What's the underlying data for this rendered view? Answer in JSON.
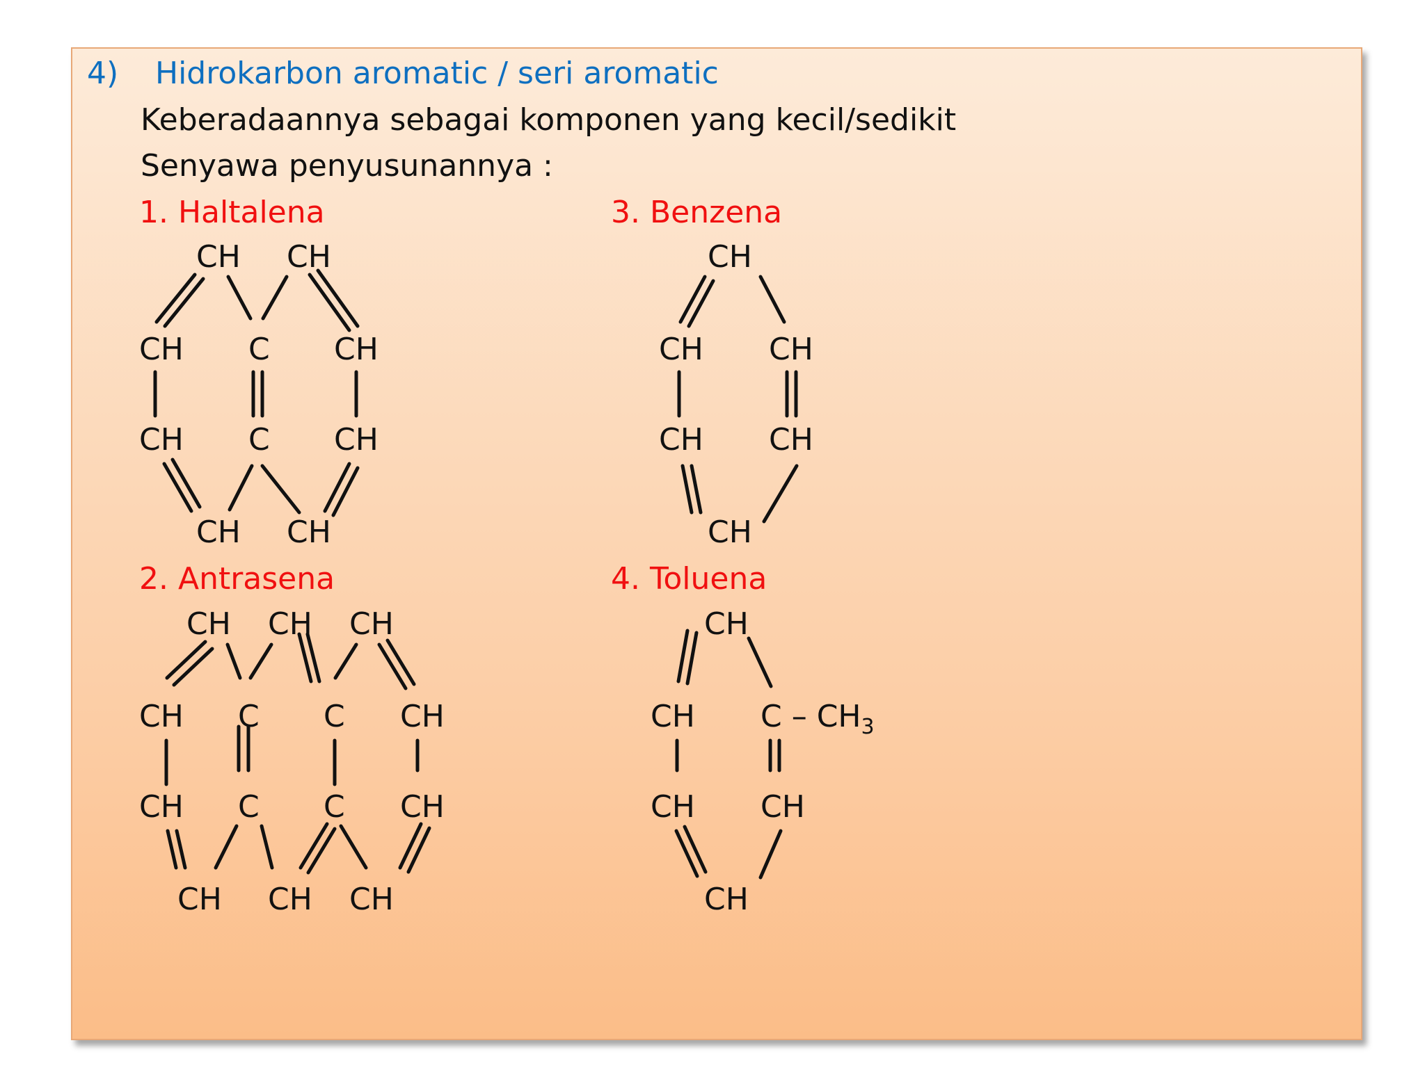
{
  "heading": {
    "number": "4)",
    "title": "Hidrokarbon aromatic / seri aromatic"
  },
  "lines": {
    "line1": "Keberadaannya sebagai komponen yang kecil/sedikit",
    "line2": "Senyawa penyusunannya :"
  },
  "compounds": {
    "haltalena": {
      "label": "1.  Haltalena"
    },
    "antrasena": {
      "label": "2.  Antrasena"
    },
    "benzena": {
      "label": "3.  Benzena"
    },
    "toluena": {
      "label": "4. Toluena"
    }
  },
  "atoms": {
    "ch": "CH",
    "c": "C",
    "ch3_base": "C – CH",
    "ch3_sub": "3"
  }
}
